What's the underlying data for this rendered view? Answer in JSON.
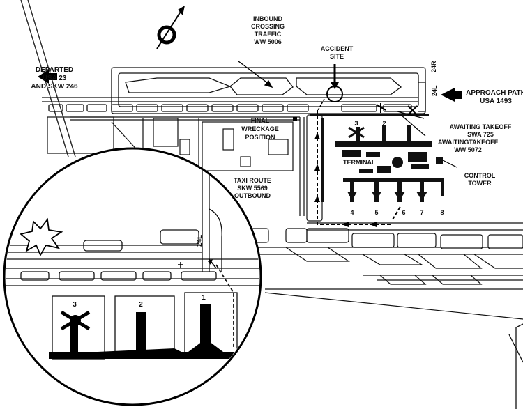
{
  "labels": {
    "inbound": [
      "INBOUND",
      "CROSSING",
      "TRAFFIC",
      "WW 5006"
    ],
    "accident_site": [
      "ACCIDENT",
      "SITE"
    ],
    "runway_24r": "24R",
    "runway_24l": "24L",
    "approach": [
      "APPROACH PATH",
      "USA 1493"
    ],
    "departed": [
      "DEPARTED",
      "USA 23",
      "AND SKW 246"
    ],
    "final_wreckage": [
      "FINAL",
      "WRECKAGE",
      "POSITION"
    ],
    "awaiting_swa": [
      "AWAITING  TAKEOFF",
      "SWA 725"
    ],
    "awaiting_ww": [
      "AWAITINGTAKEOFF",
      "WW 5072"
    ],
    "terminal": "TERMINAL",
    "control_tower": [
      "CONTROL",
      "TOWER"
    ],
    "taxi_route": [
      "TAXI ROUTE",
      "SKW 5569",
      "OUTBOUND"
    ],
    "gates_top": [
      "3",
      "2",
      "1"
    ],
    "gates_bottom": [
      "4",
      "5",
      "6",
      "7",
      "8"
    ],
    "inset_runway": "24L",
    "inset_gates": [
      "3",
      "2",
      "1"
    ]
  }
}
